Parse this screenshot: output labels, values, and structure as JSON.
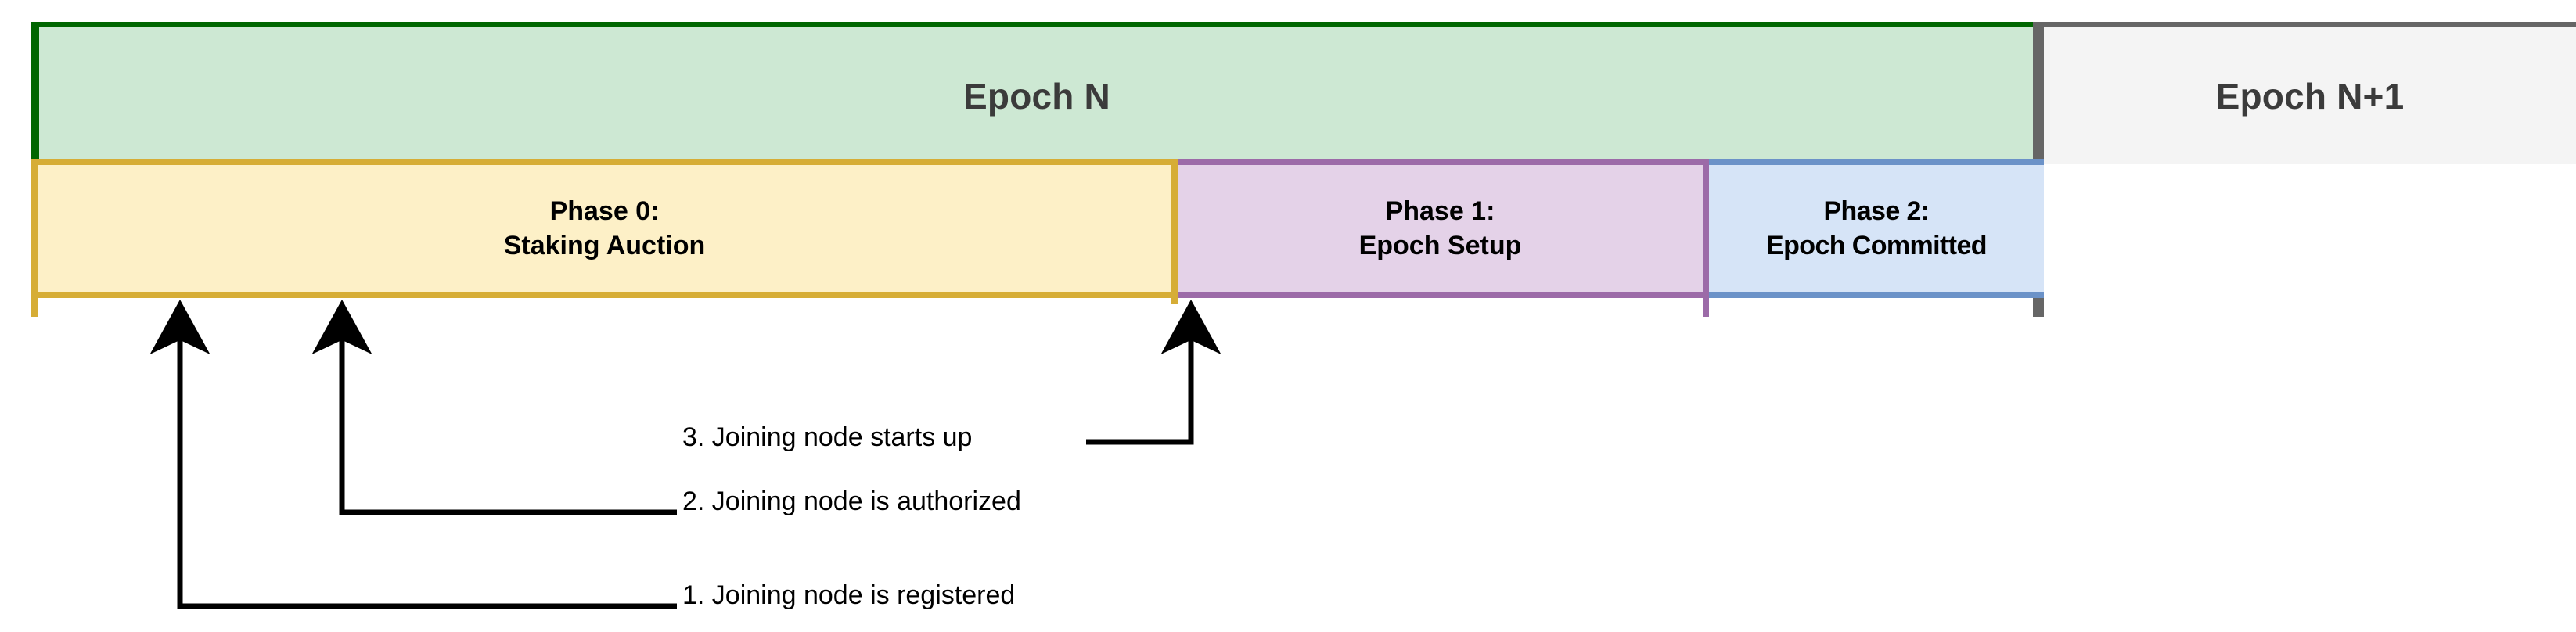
{
  "diagram": {
    "title": "Epoch phase timeline with joining node callouts",
    "epochs": [
      {
        "id": "epoch-n",
        "label": "Epoch N",
        "fill": "#cde8d3",
        "border": "#006600"
      },
      {
        "id": "epoch-n1",
        "label": "Epoch N+1",
        "fill": "#f4f4f4",
        "border": "#666666"
      }
    ],
    "phases": [
      {
        "id": "phase-0",
        "line1": "Phase 0:",
        "line2": "Staking Auction",
        "fill": "#fdf0c7",
        "border": "#d6ad36"
      },
      {
        "id": "phase-1",
        "line1": "Phase 1:",
        "line2": "Epoch Setup",
        "fill": "#e4d2e8",
        "border": "#9c6ba8"
      },
      {
        "id": "phase-2",
        "line1": "Phase 2:",
        "line2": "Epoch Committed",
        "fill": "#d6e4f7",
        "border": "#6b92c8"
      }
    ],
    "callouts": [
      {
        "n": "3",
        "text": "3. Joining node starts up"
      },
      {
        "n": "2",
        "text": "2. Joining node is authorized"
      },
      {
        "n": "1",
        "text": "1. Joining node is registered"
      }
    ]
  }
}
